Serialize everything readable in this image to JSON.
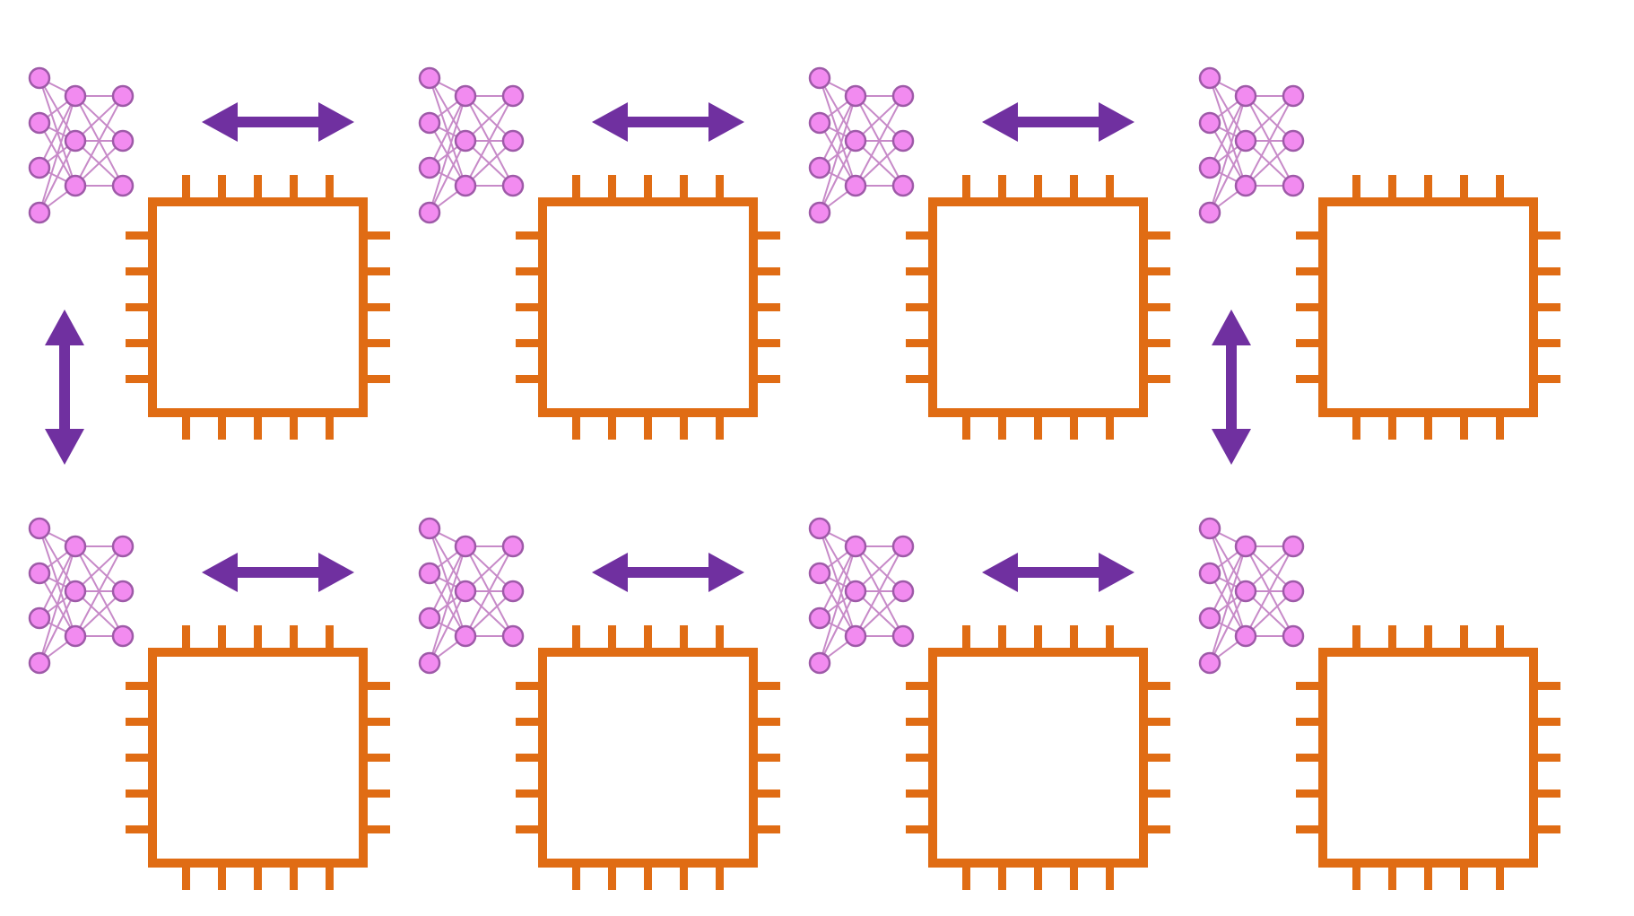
{
  "diagram": {
    "rows": [
      {
        "units": [
          {
            "network": "neural-network-icon",
            "chip": "chip-icon"
          },
          {
            "network": "neural-network-icon",
            "chip": "chip-icon"
          },
          {
            "network": "neural-network-icon",
            "chip": "chip-icon"
          },
          {
            "network": "neural-network-icon",
            "chip": "chip-icon"
          }
        ],
        "links": [
          "bidirectional-arrow",
          "bidirectional-arrow",
          "bidirectional-arrow"
        ]
      },
      {
        "units": [
          {
            "network": "neural-network-icon",
            "chip": "chip-icon"
          },
          {
            "network": "neural-network-icon",
            "chip": "chip-icon"
          },
          {
            "network": "neural-network-icon",
            "chip": "chip-icon"
          },
          {
            "network": "neural-network-icon",
            "chip": "chip-icon"
          }
        ],
        "links": [
          "bidirectional-arrow",
          "bidirectional-arrow",
          "bidirectional-arrow"
        ]
      }
    ],
    "vertical_links": [
      {
        "column": 1,
        "type": "bidirectional-arrow"
      },
      {
        "column": 4,
        "type": "bidirectional-arrow"
      }
    ],
    "colors": {
      "chip": "#E06C14",
      "arrow": "#7030A0",
      "node_fill": "#F28BF0",
      "node_stroke": "#9E5AA8",
      "edge": "#C78AC8"
    }
  }
}
